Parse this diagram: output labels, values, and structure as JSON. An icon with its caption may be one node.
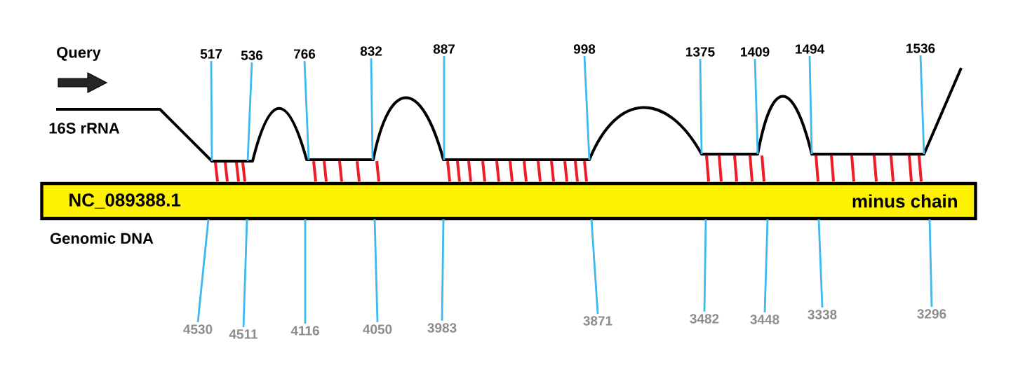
{
  "diagram": {
    "nodes": [
      {
        "text": [
          "517"
        ]
      },
      {
        "text": [
          "536"
        ]
      },
      {
        "text": [
          "766"
        ]
      },
      {
        "text": [
          "832"
        ]
      },
      {
        "text": [
          "887"
        ]
      },
      {
        "text": [
          "998"
        ]
      },
      {
        "text": [
          "1375"
        ]
      },
      {
        "text": [
          "1409"
        ]
      },
      {
        "text": [
          "1494"
        ]
      },
      {
        "text": [
          "1536"
        ]
      },
      {
        "text": [
          "NC_089388.1",
          "minus chain"
        ]
      },
      {
        "text": [
          "4530"
        ]
      },
      {
        "text": [
          "4511"
        ]
      },
      {
        "text": [
          "4116"
        ]
      },
      {
        "text": [
          "4050"
        ]
      },
      {
        "text": [
          "3983"
        ]
      },
      {
        "text": [
          "3871"
        ]
      },
      {
        "text": [
          "3482"
        ]
      },
      {
        "text": [
          "3448"
        ]
      },
      {
        "text": [
          "3338"
        ]
      },
      {
        "text": [
          "3296"
        ]
      }
    ],
    "edges": [
      {
        "from": 0,
        "to": null,
        "arrow": "none"
      },
      {
        "from": 1,
        "to": null,
        "arrow": "none"
      },
      {
        "from": 2,
        "to": null,
        "arrow": "none"
      },
      {
        "from": 3,
        "to": null,
        "arrow": "none"
      },
      {
        "from": 4,
        "to": null,
        "arrow": "none"
      },
      {
        "from": 5,
        "to": null,
        "arrow": "none"
      },
      {
        "from": 6,
        "to": null,
        "arrow": "none"
      },
      {
        "from": 7,
        "to": null,
        "arrow": "none"
      },
      {
        "from": 8,
        "to": null,
        "arrow": "none"
      },
      {
        "from": 9,
        "to": null,
        "arrow": "none"
      },
      {
        "from": 11,
        "to": 10,
        "arrow": "none"
      },
      {
        "from": 12,
        "to": 10,
        "arrow": "none"
      },
      {
        "from": 13,
        "to": 10,
        "arrow": "none"
      },
      {
        "from": 14,
        "to": 10,
        "arrow": "none"
      },
      {
        "from": 15,
        "to": 10,
        "arrow": "none"
      },
      {
        "from": 16,
        "to": 10,
        "arrow": "none"
      },
      {
        "from": 17,
        "to": 10,
        "arrow": "none"
      },
      {
        "from": 18,
        "to": 10,
        "arrow": "none"
      },
      {
        "from": 19,
        "to": 10,
        "arrow": "none"
      },
      {
        "from": 20,
        "to": 10,
        "arrow": "none"
      }
    ],
    "labels": [
      "Query",
      "16S rRNA",
      "Genomic DNA"
    ]
  }
}
